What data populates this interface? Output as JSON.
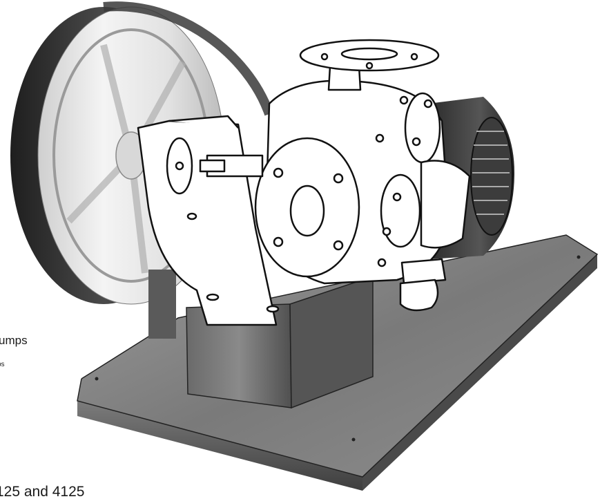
{
  "captions": {
    "line1": "umps",
    "line2": "ps",
    "line3": "125 and 4125"
  },
  "colors": {
    "background": "#ffffff",
    "line": "#111111",
    "base_top": "#8a8a8a",
    "base_side": "#5d5d5d",
    "pulley_light": "#e9e9e9",
    "pulley_dark": "#3a3a3a"
  },
  "illustration": {
    "subject": "pump-unit-on-base-illustration"
  }
}
